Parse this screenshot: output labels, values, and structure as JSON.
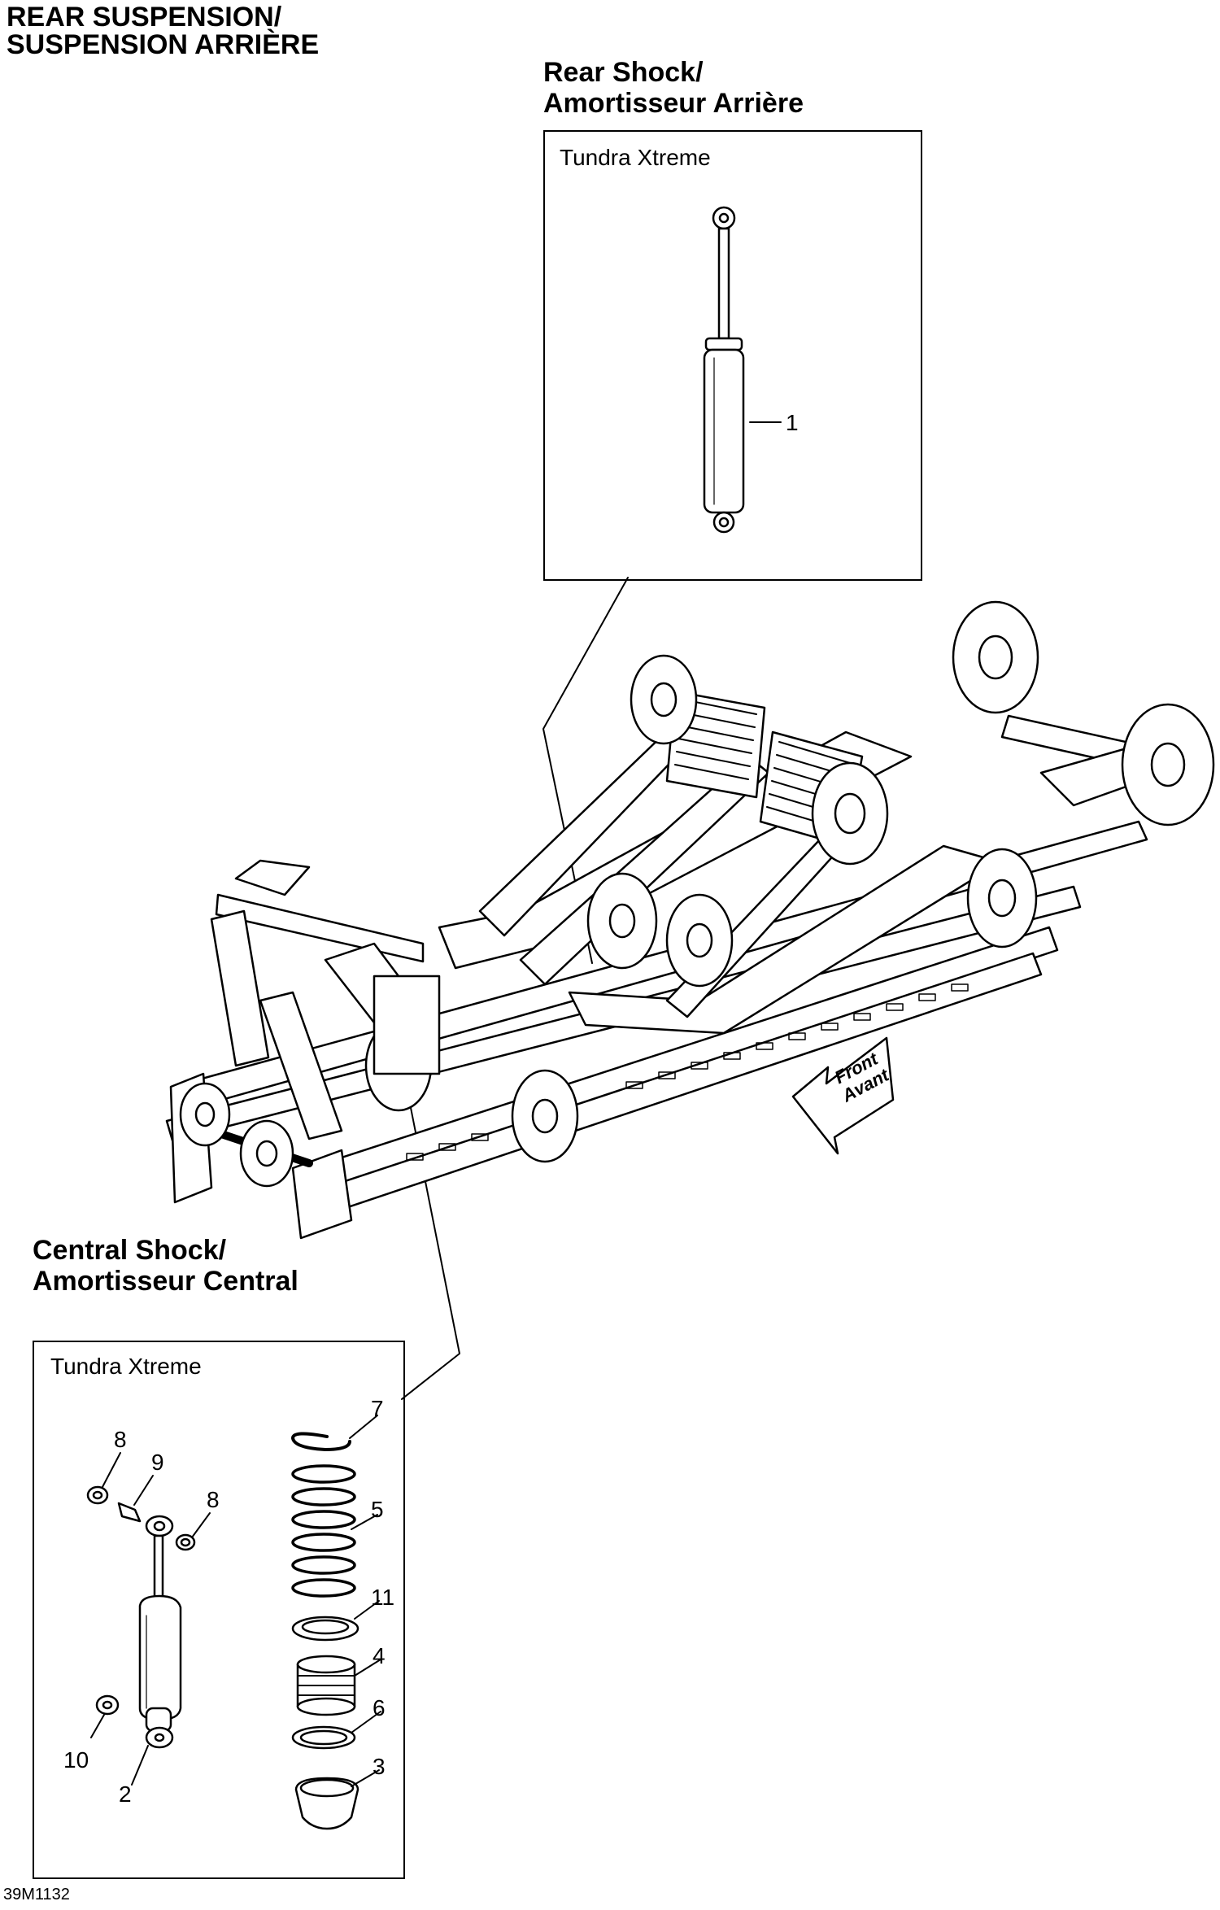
{
  "title": {
    "line1": "REAR SUSPENSION/",
    "line2": "SUSPENSION ARRIÈRE"
  },
  "rear_shock": {
    "heading_line1": "Rear Shock/",
    "heading_line2": "Amortisseur Arrière",
    "model": "Tundra Xtreme",
    "parts": [
      "1"
    ]
  },
  "central_shock": {
    "heading_line1": "Central Shock/",
    "heading_line2": "Amortisseur Central",
    "model": "Tundra Xtreme",
    "parts": [
      "8",
      "9",
      "8",
      "10",
      "2",
      "7",
      "5",
      "11",
      "4",
      "6",
      "3"
    ]
  },
  "direction_arrow": {
    "line1": "Front",
    "line2": "Avant"
  },
  "diagram_code": "39M1132"
}
